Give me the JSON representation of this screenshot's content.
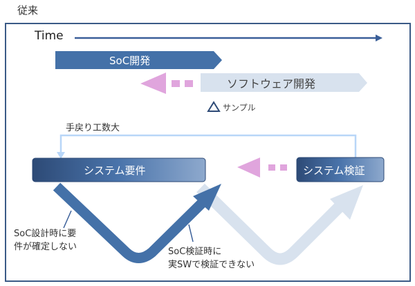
{
  "heading": "従来",
  "time_label": "Time",
  "soc_dev": "SoC開発",
  "sw_dev": "ソフトウェア開発",
  "sample_label": "サンプル",
  "rework_label": "手戻り工数大",
  "system_requirements": "システム要件",
  "system_verification": "システム検証",
  "note_design": [
    "SoC設計時に要",
    "件が確定しない"
  ],
  "note_verify": [
    "SoC検証時に",
    "実SWで検証できない"
  ],
  "colors": {
    "frame": "#3a5a86",
    "soc": "#4471a8",
    "sw": "#d8e2ee",
    "pink": "#e0a5dd",
    "feedback": "#b8d6f8"
  }
}
